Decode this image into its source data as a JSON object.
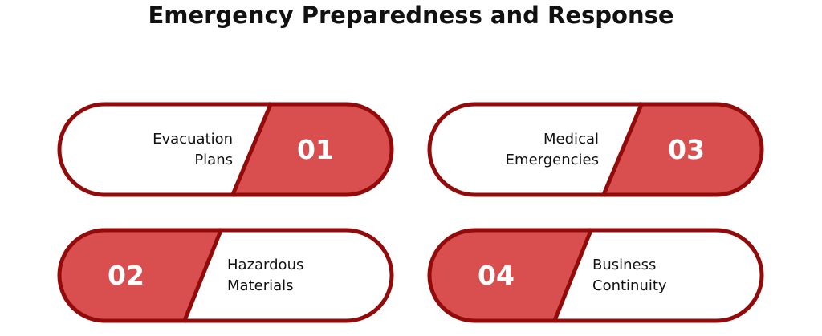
{
  "title": "Emergency Preparedness and Response",
  "colors": {
    "fill": "#d94f50",
    "stroke": "#920a0a",
    "text": "#111111"
  },
  "items": [
    {
      "number": "01",
      "line1": "Evacuation",
      "line2": "Plans"
    },
    {
      "number": "02",
      "line1": "Hazardous",
      "line2": "Materials"
    },
    {
      "number": "03",
      "line1": "Medical",
      "line2": "Emergencies"
    },
    {
      "number": "04",
      "line1": "Business",
      "line2": "Continuity"
    }
  ]
}
